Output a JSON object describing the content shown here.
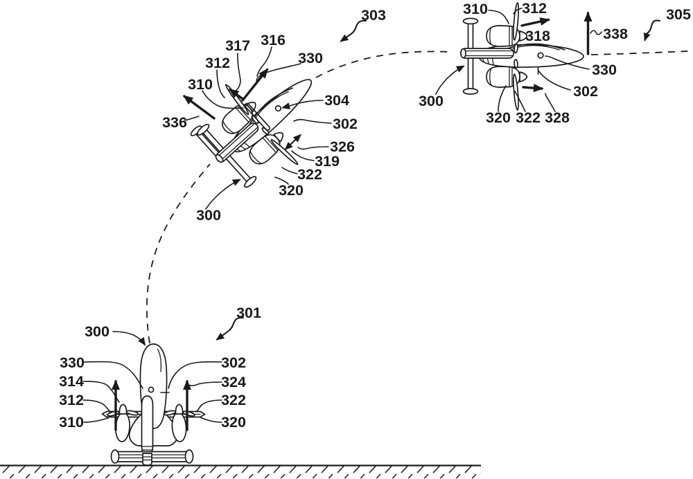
{
  "figure": {
    "kind": "patent-line-drawing",
    "subject": "Tail-sitter VTOL aircraft flight sequence: vertical takeoff, transition, horizontal cruise",
    "background": "#ffffff",
    "ink": "#1a1a1a"
  },
  "phases": {
    "takeoff": {
      "ref": "301",
      "aircraft_ref": "300"
    },
    "transition": {
      "ref": "303",
      "aircraft_ref": "300"
    },
    "cruise": {
      "ref": "305",
      "aircraft_ref": "300"
    }
  },
  "labels": [
    {
      "id": "ref-303",
      "ref": "303"
    },
    {
      "id": "ref-316",
      "ref": "316"
    },
    {
      "id": "ref-317",
      "ref": "317"
    },
    {
      "id": "ref-312-transition",
      "ref": "312"
    },
    {
      "id": "ref-310-transition",
      "ref": "310"
    },
    {
      "id": "ref-330-transition",
      "ref": "330"
    },
    {
      "id": "ref-304",
      "ref": "304"
    },
    {
      "id": "ref-302-transition",
      "ref": "302"
    },
    {
      "id": "ref-336",
      "ref": "336"
    },
    {
      "id": "ref-326",
      "ref": "326"
    },
    {
      "id": "ref-319",
      "ref": "319"
    },
    {
      "id": "ref-322-transition",
      "ref": "322"
    },
    {
      "id": "ref-320-transition",
      "ref": "320"
    },
    {
      "id": "ref-300-transition",
      "ref": "300"
    },
    {
      "id": "ref-310-cruise",
      "ref": "310"
    },
    {
      "id": "ref-312-cruise",
      "ref": "312"
    },
    {
      "id": "ref-318",
      "ref": "318"
    },
    {
      "id": "ref-338",
      "ref": "338"
    },
    {
      "id": "ref-305",
      "ref": "305"
    },
    {
      "id": "ref-330-cruise",
      "ref": "330"
    },
    {
      "id": "ref-302-cruise",
      "ref": "302"
    },
    {
      "id": "ref-300-cruise",
      "ref": "300"
    },
    {
      "id": "ref-320-cruise",
      "ref": "320"
    },
    {
      "id": "ref-322-cruise",
      "ref": "322"
    },
    {
      "id": "ref-328",
      "ref": "328"
    },
    {
      "id": "ref-301",
      "ref": "301"
    },
    {
      "id": "ref-300-takeoff",
      "ref": "300"
    },
    {
      "id": "ref-330-takeoff",
      "ref": "330"
    },
    {
      "id": "ref-314",
      "ref": "314"
    },
    {
      "id": "ref-312-takeoff",
      "ref": "312"
    },
    {
      "id": "ref-310-takeoff",
      "ref": "310"
    },
    {
      "id": "ref-302-takeoff",
      "ref": "302"
    },
    {
      "id": "ref-324",
      "ref": "324"
    },
    {
      "id": "ref-322-takeoff",
      "ref": "322"
    },
    {
      "id": "ref-320-takeoff",
      "ref": "320"
    }
  ]
}
